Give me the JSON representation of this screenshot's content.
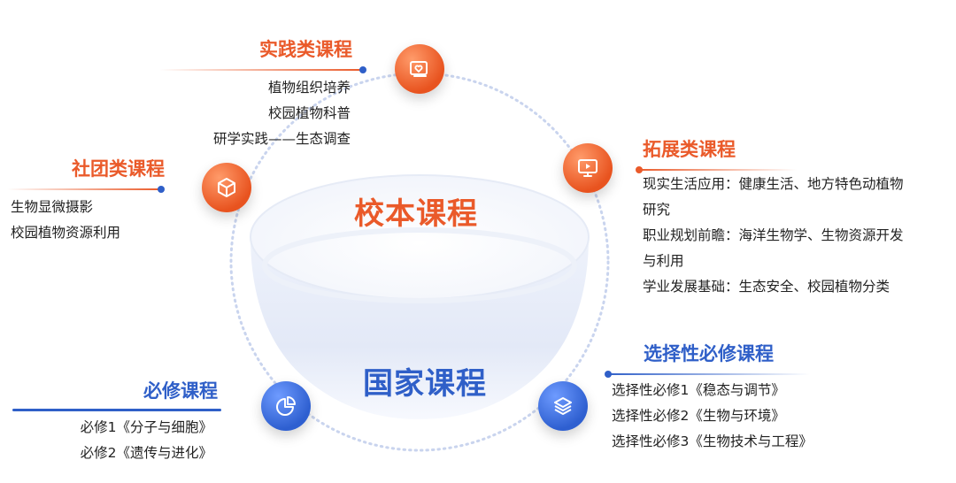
{
  "center": {
    "school_label": "校本课程",
    "national_label": "国家课程"
  },
  "practice": {
    "title": "实践类课程",
    "items": [
      "植物组织培养",
      "校园植物科普",
      "研学实践——生态调查"
    ]
  },
  "club": {
    "title": "社团类课程",
    "items": [
      "生物显微摄影",
      "校园植物资源利用"
    ]
  },
  "extension": {
    "title": "拓展类课程",
    "lines": [
      "现实生活应用：健康生活、地方特色动植物",
      "研究",
      "职业规划前瞻：海洋生物学、生物资源开发",
      "与利用",
      "学业发展基础：生态安全、校园植物分类"
    ]
  },
  "required": {
    "title": "必修课程",
    "items": [
      "必修1《分子与细胞》",
      "必修2《遗传与进化》"
    ]
  },
  "elective": {
    "title": "选择性必修课程",
    "items": [
      "选择性必修1《稳态与调节》",
      "选择性必修2《生物与环境》",
      "选择性必修3《生物技术与工程》"
    ]
  },
  "colors": {
    "orange": "#ea5a2a",
    "blue": "#2f5fc8"
  },
  "icons": {
    "practice": "heart-frame-icon",
    "club": "cube-icon",
    "extension": "video-screen-icon",
    "required": "pie-chart-icon",
    "elective": "layers-icon"
  }
}
